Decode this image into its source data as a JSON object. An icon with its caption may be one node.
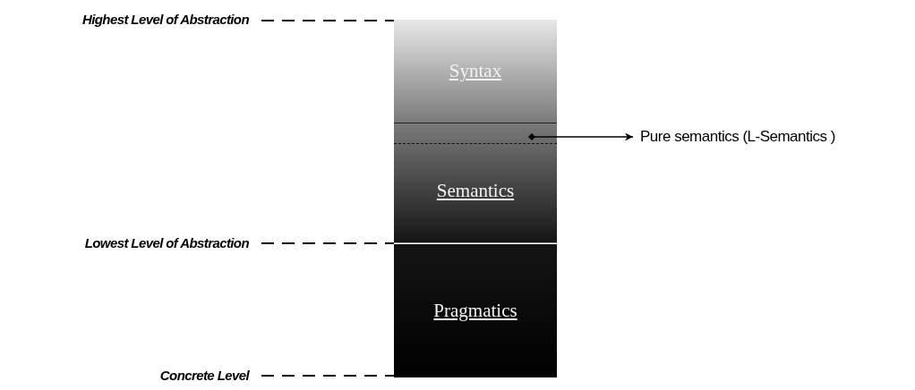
{
  "diagram": {
    "nodes": [
      {
        "text": [
          "Highest Level of Abstraction"
        ]
      },
      {
        "text": [
          "Syntax"
        ]
      },
      {
        "text": [
          "Semantics"
        ]
      },
      {
        "text": [],
        "shape": "bar",
        "in": 2
      },
      {
        "text": [
          "Pure semantics (L-Semantics )"
        ]
      },
      {
        "text": [
          "Lowest Level of Abstraction"
        ]
      },
      {
        "text": [
          "Pragmatics"
        ]
      },
      {
        "text": [
          "Concrete Level"
        ]
      }
    ],
    "edges": [
      {
        "from": 0,
        "to": 1,
        "arrow": "none",
        "style": "dashed"
      },
      {
        "from": 3,
        "to": 4,
        "arrow": "to"
      },
      {
        "from": 5,
        "to": 6,
        "arrow": "none",
        "style": "dashed"
      },
      {
        "from": 7,
        "to": 6,
        "arrow": "none",
        "style": "dashed"
      }
    ]
  }
}
